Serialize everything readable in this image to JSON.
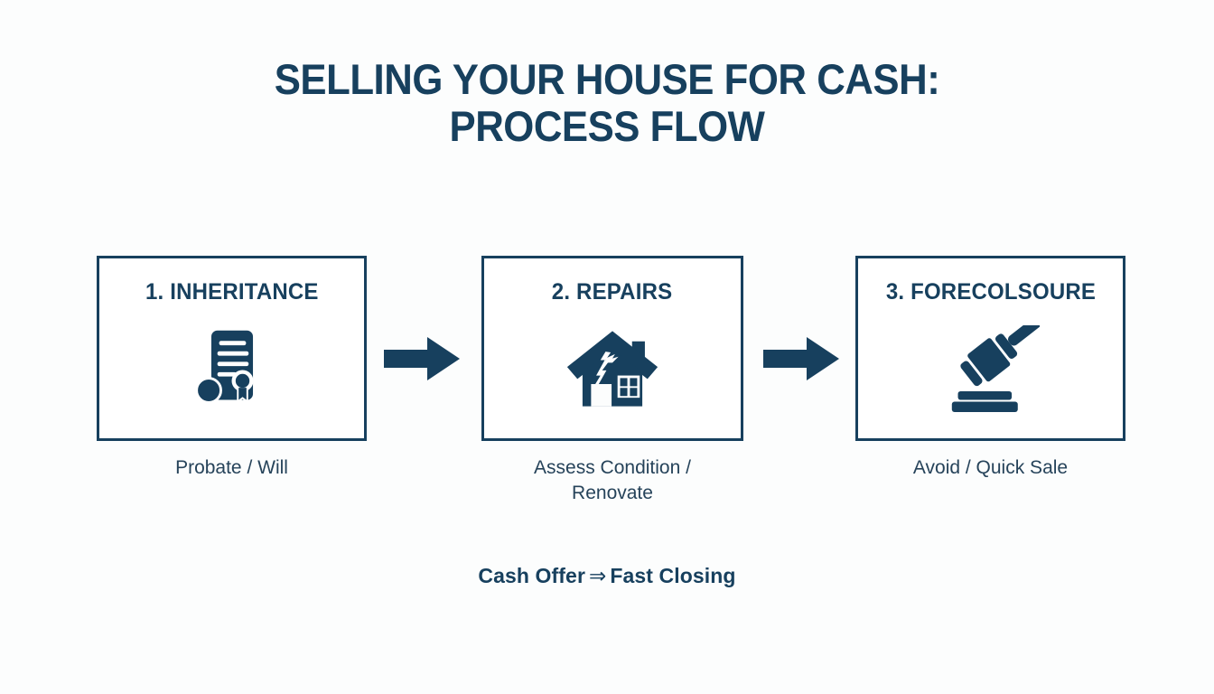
{
  "canvas": {
    "background_color": "#fcfdfd",
    "accent_color": "#17405e",
    "box_border_color": "#17405e",
    "caption_color": "#26435a"
  },
  "title": {
    "line1": "SELLING YOUR HOUSE FOR CASH:",
    "line2": "PROCESS FLOW"
  },
  "steps": [
    {
      "label": "1. INHERITANCE",
      "caption": "Probate / Will",
      "icon": "certificate-seal-icon"
    },
    {
      "label": "2. REPAIRS",
      "caption": "Assess Condition / Renovate",
      "icon": "cracked-house-icon"
    },
    {
      "label": "3. FORECOLSOURE",
      "caption": "Avoid / Quick Sale",
      "icon": "gavel-icon"
    }
  ],
  "connectors": [
    {
      "name": "arrow-step1-to-step2",
      "icon": "right-arrow-icon"
    },
    {
      "name": "arrow-step2-to-step3",
      "icon": "right-arrow-icon"
    }
  ],
  "footer": {
    "text_before": "Cash Offer",
    "arrow": "⇒",
    "text_after": "Fast Closing"
  }
}
